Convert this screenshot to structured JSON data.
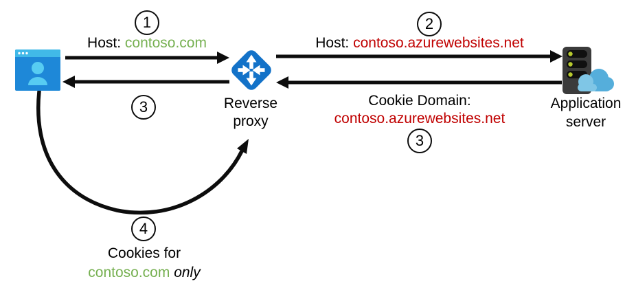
{
  "colors": {
    "green": "#76B051",
    "red": "#C00000",
    "arrow_black": "#0d0d0d",
    "proxy_blue": "#1372C8",
    "browser_bar": "#41B9E8",
    "browser_body": "#1E88D8",
    "browser_person": "#57CCF2",
    "server_dark": "#3B3B3B",
    "server_slot": "#101010",
    "server_led": "#B7CA2E",
    "cloud_main": "#55AEDB",
    "cloud_light": "#7FC6E6"
  },
  "nodes": {
    "reverse_proxy": {
      "label_lines": [
        "Reverse",
        "proxy"
      ]
    },
    "application_server": {
      "label_lines": [
        "Application",
        "server"
      ]
    }
  },
  "steps": {
    "s1": {
      "badge": "1",
      "prefix": "Host: ",
      "value": "contoso.com"
    },
    "s2": {
      "badge": "2",
      "prefix": "Host: ",
      "value": "contoso.azurewebsites.net"
    },
    "s3_return": {
      "badge": "3",
      "line1": "Cookie Domain:",
      "line2": "contoso.azurewebsites.net"
    },
    "s3_to_browser": {
      "badge": "3"
    },
    "s4": {
      "badge": "4",
      "line1": "Cookies for",
      "value": "contoso.com",
      "suffix": "only"
    }
  }
}
